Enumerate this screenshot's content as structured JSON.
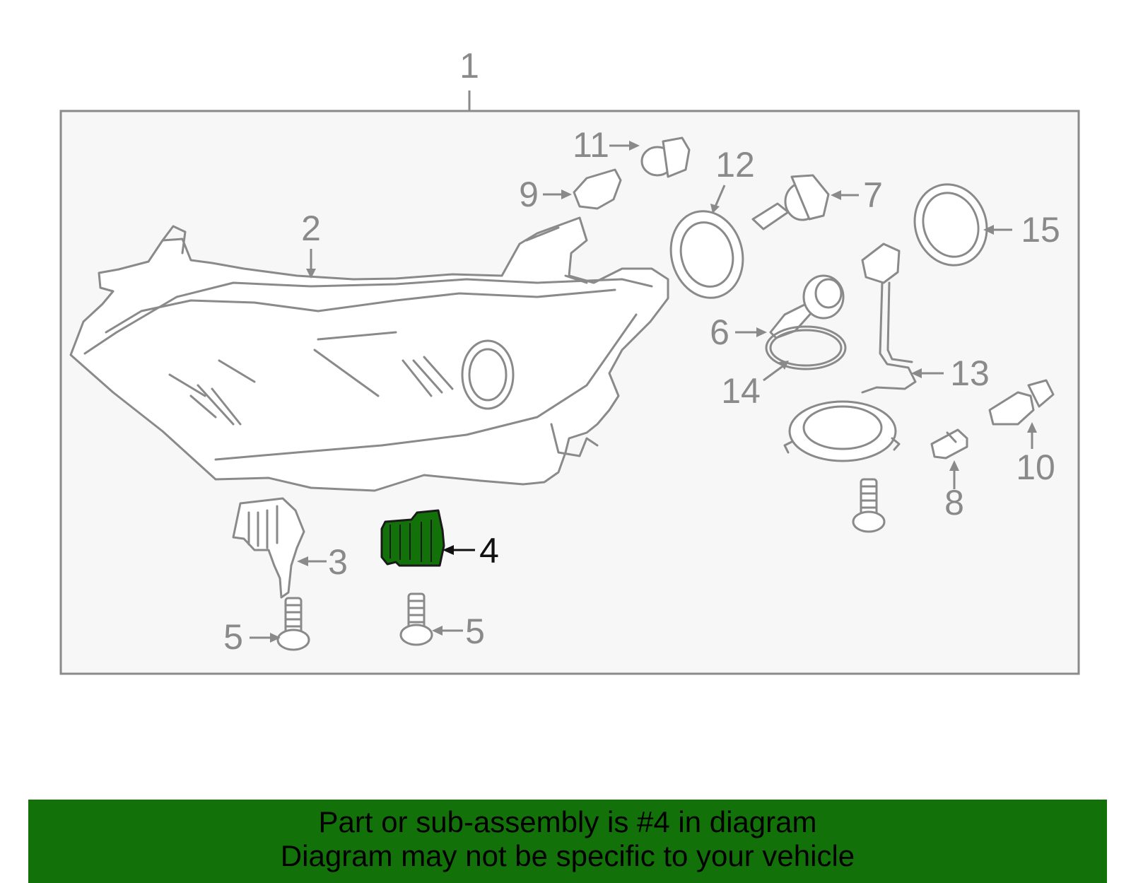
{
  "diagram": {
    "colors": {
      "background": "#ffffff",
      "panel": "#f7f7f7",
      "line": "#8a8a8a",
      "highlight": "#137109",
      "highlight_outline": "#1a1a1a"
    },
    "highlighted_callout": "4",
    "callouts": [
      "1",
      "2",
      "3",
      "4",
      "5",
      "5",
      "6",
      "7",
      "8",
      "9",
      "10",
      "11",
      "12",
      "13",
      "14",
      "15"
    ]
  },
  "footer": {
    "line1": "Part or sub-assembly is #4 in diagram",
    "line2": "Diagram may not be specific to your vehicle",
    "background": "#137109"
  }
}
